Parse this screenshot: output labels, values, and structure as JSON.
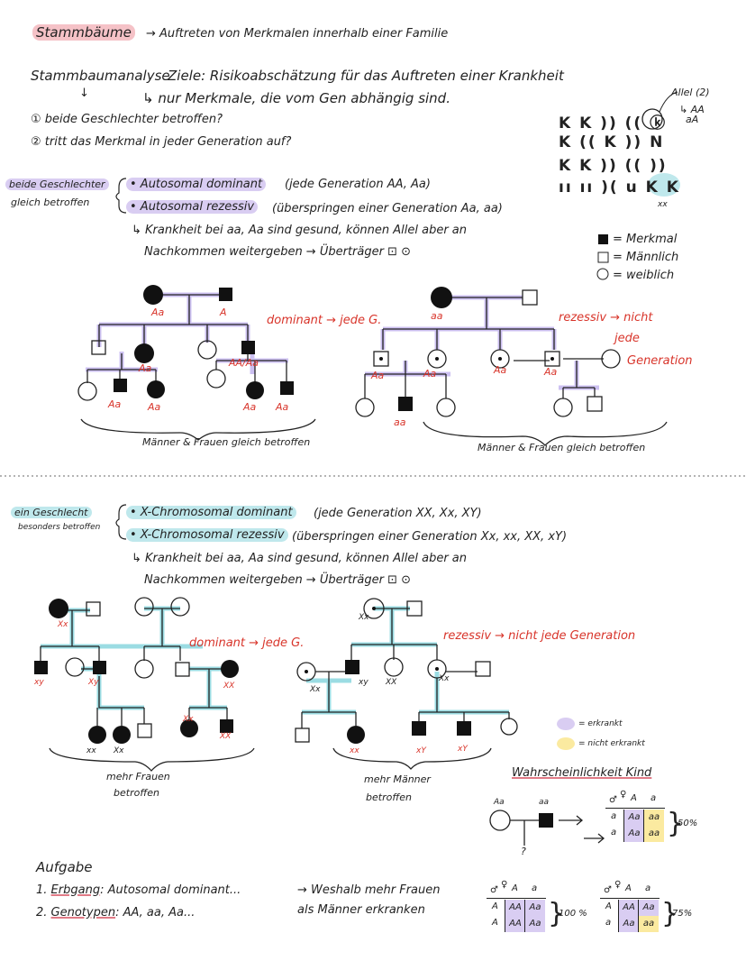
{
  "colors": {
    "pink": "#f5c2c7",
    "purple": "#d9cdf2",
    "cyan": "#bfe8ec",
    "yellow": "#fbeaa0",
    "red": "#d8342a",
    "line_autosomal": "#b7a6ec",
    "line_x": "#59c6d1"
  },
  "header": {
    "title": "Stammbäume",
    "title_desc": "→ Auftreten von Merkmalen innerhalb einer Familie"
  },
  "analysis": {
    "label": "Stammbaumanalyse",
    "goal": "Ziele: Risikoabschätzung für das Auftreten einer Krankheit",
    "arrow": "↓",
    "note": "↳ nur Merkmale, die vom Gen abhängig sind.",
    "q1": "① beide Geschlechter betroffen?",
    "q2": "② tritt das Merkmal in jeder Generation auf?"
  },
  "chromosomes": {
    "allel_label": "Allel (2)",
    "allel_values": "↳ AA\n  aA",
    "rows": [
      "K K )) (( ⓚ",
      "K (( K )) N",
      "K K )) (( ))",
      "ıı ıı )( u K K"
    ],
    "xx_label": "xx"
  },
  "legend_shapes": {
    "merkmal": "= Merkmal",
    "maennlich": "= Männlich",
    "weiblich": "= weiblich"
  },
  "autosomal": {
    "side_label_1": "beide Geschlechter",
    "side_label_2": "gleich betroffen",
    "dominant": "• Autosomal dominant",
    "dominant_note": "(jede Generation AA, Aa)",
    "recessive": "• Autosomal rezessiv",
    "recessive_note": "(überspringen einer Generation Aa, aa)",
    "carrier_1": "↳ Krankheit bei aa, Aa sind gesund, können Allel aber an",
    "carrier_2": "Nachkommen weitergeben → Überträger ⊡ ⊙",
    "tree1_label": "dominant → jede G.",
    "tree1_genotypes": [
      "Aa",
      "A",
      "Aa",
      "AA/Aa",
      "Aa",
      "Aa",
      "Aa",
      "Aa"
    ],
    "tree1_caption": "Männer & Frauen gleich betroffen",
    "tree2_label_1": "rezessiv → nicht",
    "tree2_label_2": "jede",
    "tree2_label_3": "Generation",
    "tree2_genotypes": [
      "aa",
      "Aa",
      "Aa",
      "Aa",
      "Aa",
      "aa"
    ],
    "tree2_caption": "Männer & Frauen gleich betroffen"
  },
  "xlinked": {
    "side_label_1": "ein Geschlecht",
    "side_label_2": "besonders betroffen",
    "dominant": "• X-Chromosomal dominant",
    "dominant_note": "(jede Generation XX, Xx, XY)",
    "recessive": "• X-Chromosomal rezessiv",
    "recessive_note": "(überspringen einer Generation Xx, xx, XX, xY)",
    "carrier_1": "↳ Krankheit bei aa, Aa sind gesund, können Allel aber an",
    "carrier_2": "Nachkommen weitergeben → Überträger ⊡ ⊙",
    "tree3_label": "dominant → jede G.",
    "tree3_genotypes": [
      "Xx",
      "xy",
      "Xy",
      "XX",
      "Xx",
      "XX",
      "xx",
      "Xx"
    ],
    "tree3_caption_1": "mehr Frauen",
    "tree3_caption_2": "betroffen",
    "tree4_label": "rezessiv → nicht jede Generation",
    "tree4_genotypes": [
      "Xx",
      "Xx",
      "xy",
      "XX",
      "Xx",
      "xx",
      "xY",
      "xY"
    ],
    "tree4_caption_1": "mehr Männer",
    "tree4_caption_2": "betroffen"
  },
  "legend_colors": {
    "erkrankt": "= erkrankt",
    "nicht_erkrankt": "= nicht erkrankt"
  },
  "probability": {
    "title": "Wahrscheinlichkeit Kind",
    "parent1": "Aa",
    "parent2": "aa",
    "unknown": "?",
    "square1": {
      "female": "♀",
      "male": "♂",
      "cols": [
        "A",
        "a"
      ],
      "rows": [
        "a",
        "a"
      ],
      "cells": [
        [
          "Aa",
          "aa"
        ],
        [
          "Aa",
          "aa"
        ]
      ],
      "result": "50%"
    },
    "square2": {
      "female": "♀",
      "male": "♂",
      "cols": [
        "A",
        "a"
      ],
      "rows": [
        "A",
        "A"
      ],
      "cells": [
        [
          "AA",
          "Aa"
        ],
        [
          "AA",
          "Aa"
        ]
      ],
      "result": "100 %"
    },
    "square3": {
      "female": "♀",
      "male": "♂",
      "cols": [
        "A",
        "a"
      ],
      "rows": [
        "A",
        "a"
      ],
      "cells": [
        [
          "AA",
          "Aa"
        ],
        [
          "Aa",
          "aa"
        ]
      ],
      "result": "75%"
    }
  },
  "task": {
    "title": "Aufgabe",
    "item1_num": "1.",
    "item1_key": "Erbgang",
    "item1_rest": ": Autosomal dominant...",
    "item2_num": "2.",
    "item2_key": "Genotypen",
    "item2_rest": ": AA, aa, Aa...",
    "question_1": "→ Weshalb mehr Frauen",
    "question_2": "als Männer erkranken"
  }
}
